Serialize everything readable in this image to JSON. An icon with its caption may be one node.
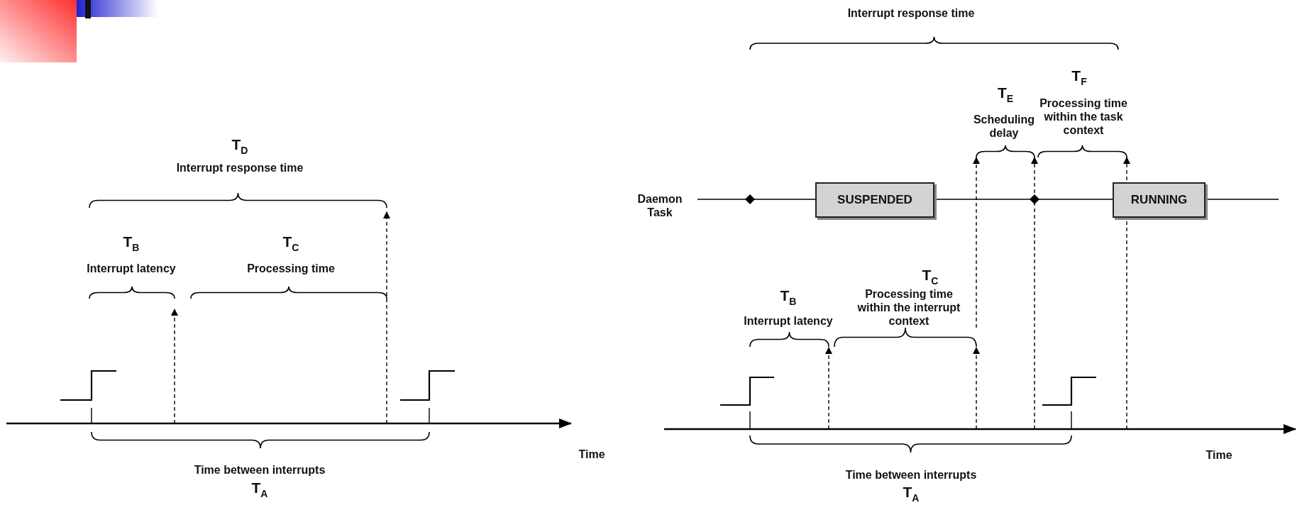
{
  "diagram": {
    "nodes": [
      {
        "text": [
          "SUSPENDED"
        ]
      },
      {
        "text": [
          "RUNNING"
        ]
      }
    ],
    "edges": [
      {
        "from": 0,
        "to": 1,
        "arrow": "none"
      }
    ],
    "labels": [
      "T$_{D}$",
      "Interrupt response time",
      "T$_{B}$",
      "Interrupt latency",
      "T$_{C}$",
      "Processing time",
      "Time",
      "Time between interrupts",
      "T$_{A}$",
      "Interrupt response time",
      "T$_{F}$",
      "T$_{E}$",
      "Processing time within the task context",
      "Scheduling delay",
      "Daemon Task",
      "T$_{C}$",
      "Processing time within the interrupt context",
      "T$_{B}$",
      "Interrupt latency",
      "Time",
      "Time between interrupts",
      "T$_{A}$"
    ]
  }
}
